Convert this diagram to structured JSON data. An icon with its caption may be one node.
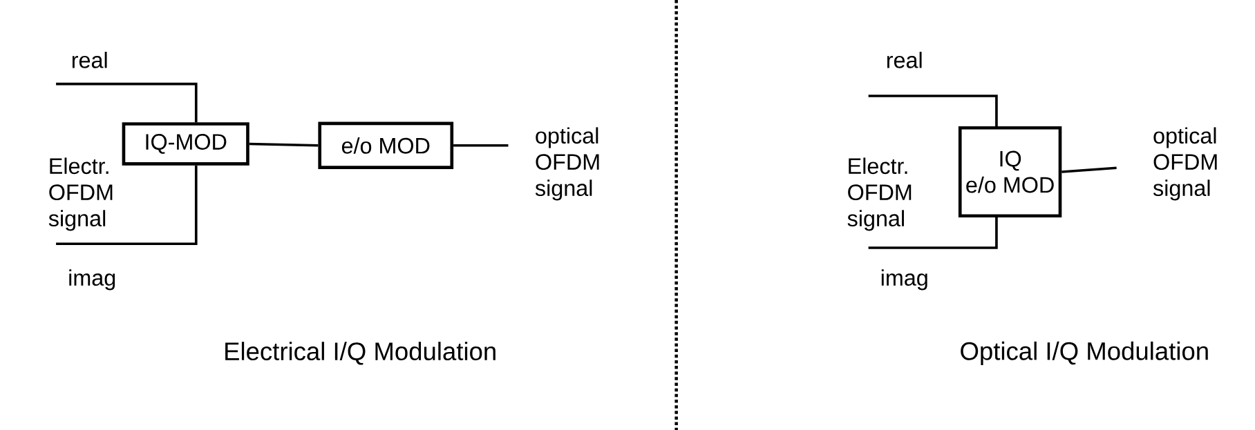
{
  "diagram": {
    "nodes": [
      {
        "text": [
          "IQ-MOD"
        ]
      },
      {
        "text": [
          "e/o MOD"
        ]
      },
      {
        "text": [
          "IQ",
          "e/o MOD"
        ]
      }
    ],
    "edges": [
      {
        "from": null,
        "to": 0,
        "arrow": "none",
        "label": "real"
      },
      {
        "from": null,
        "to": 0,
        "arrow": "none",
        "label": "imag"
      },
      {
        "from": 0,
        "to": 1,
        "arrow": "none"
      },
      {
        "from": 1,
        "to": null,
        "arrow": "none"
      },
      {
        "from": null,
        "to": 2,
        "arrow": "none",
        "label": "real"
      },
      {
        "from": null,
        "to": 2,
        "arrow": "none",
        "label": "imag"
      },
      {
        "from": 2,
        "to": null,
        "arrow": "none"
      }
    ],
    "labels": [
      "Electr. OFDM signal",
      "optical OFDM signal",
      "Electr. OFDM signal",
      "optical OFDM signal",
      "Electrical I/Q Modulation",
      "Optical I/Q Modulation"
    ]
  }
}
